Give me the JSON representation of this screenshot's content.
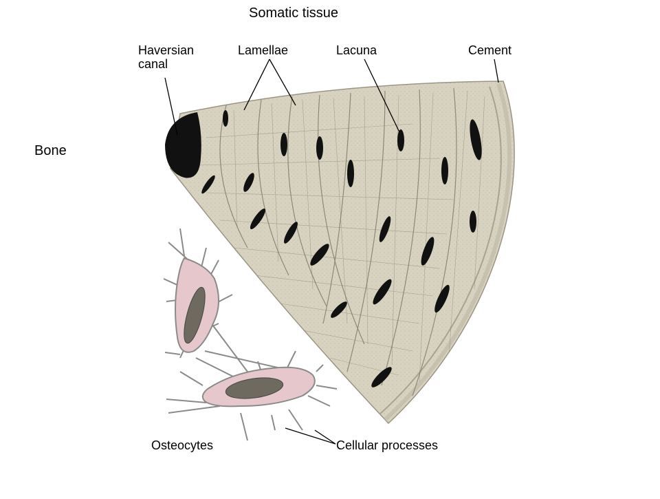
{
  "title": "Somatic tissue",
  "side_label": "Bone",
  "labels": {
    "haversian_canal": "Haversian canal",
    "lamellae": "Lamellae",
    "lacuna": "Lacuna",
    "cement": "Cement",
    "osteocytes": "Osteocytes",
    "cellular_processes": "Cellular processes"
  },
  "colors": {
    "bone_matrix": "#d8d2c0",
    "bone_stroke": "#9a9484",
    "lacuna_fill": "#111111",
    "osteocyte_cytoplasm": "#e6c8cc",
    "osteocyte_nucleus": "#6e6a60",
    "ink": "#000000"
  }
}
